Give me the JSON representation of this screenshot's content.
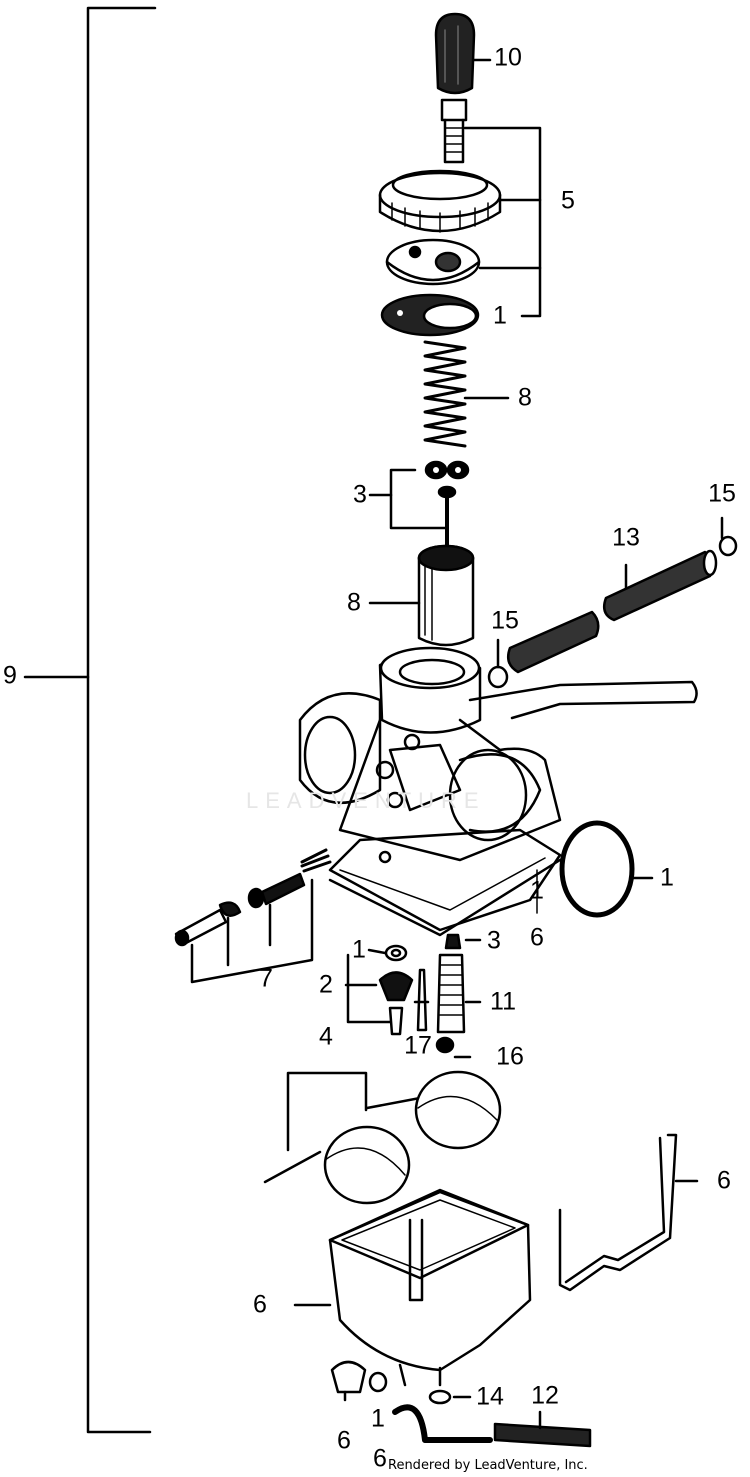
{
  "diagram": {
    "watermark": "LEADVENTURE",
    "footer": "Rendered by LeadVenture, Inc.",
    "callouts": [
      {
        "id": "c10",
        "text": "10"
      },
      {
        "id": "c5",
        "text": "5"
      },
      {
        "id": "c1a",
        "text": "1"
      },
      {
        "id": "c8a",
        "text": "8"
      },
      {
        "id": "c3a",
        "text": "3"
      },
      {
        "id": "c15a",
        "text": "15"
      },
      {
        "id": "c13",
        "text": "13"
      },
      {
        "id": "c8b",
        "text": "8"
      },
      {
        "id": "c15b",
        "text": "15"
      },
      {
        "id": "c9",
        "text": "9"
      },
      {
        "id": "c1b",
        "text": "1"
      },
      {
        "id": "c1c",
        "text": "1"
      },
      {
        "id": "c6a",
        "text": "6"
      },
      {
        "id": "c3b",
        "text": "3"
      },
      {
        "id": "c7",
        "text": "7"
      },
      {
        "id": "c1d",
        "text": "1"
      },
      {
        "id": "c2",
        "text": "2"
      },
      {
        "id": "c11",
        "text": "11"
      },
      {
        "id": "c17",
        "text": "17"
      },
      {
        "id": "c4",
        "text": "4"
      },
      {
        "id": "c16",
        "text": "16"
      },
      {
        "id": "c6b",
        "text": "6"
      },
      {
        "id": "c6c",
        "text": "6"
      },
      {
        "id": "c14",
        "text": "14"
      },
      {
        "id": "c12",
        "text": "12"
      },
      {
        "id": "c1e",
        "text": "1"
      },
      {
        "id": "c6d",
        "text": "6"
      },
      {
        "id": "c6e",
        "text": "6"
      }
    ]
  }
}
